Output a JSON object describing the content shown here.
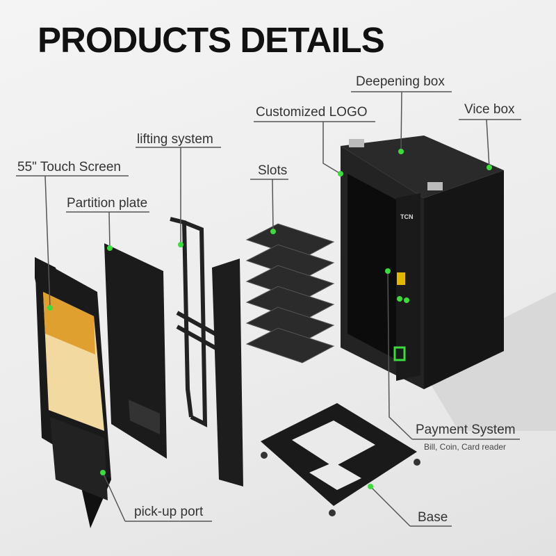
{
  "title": "PRODUCTS DETAILS",
  "labels": {
    "deepening_box": "Deepening box",
    "customized_logo": "Customized LOGO",
    "vice_box": "Vice box",
    "lifting_system": "lifting system",
    "slots": "Slots",
    "touch_screen": "55\" Touch Screen",
    "partition_plate": "Partition plate",
    "payment_system": "Payment System",
    "payment_detail": "Bill, Coin,  Card reader",
    "pickup_port": "pick-up port",
    "base": "Base"
  },
  "colors": {
    "marker": "#3ddc3d",
    "body": "#1c1c1c",
    "leader": "#555555"
  }
}
